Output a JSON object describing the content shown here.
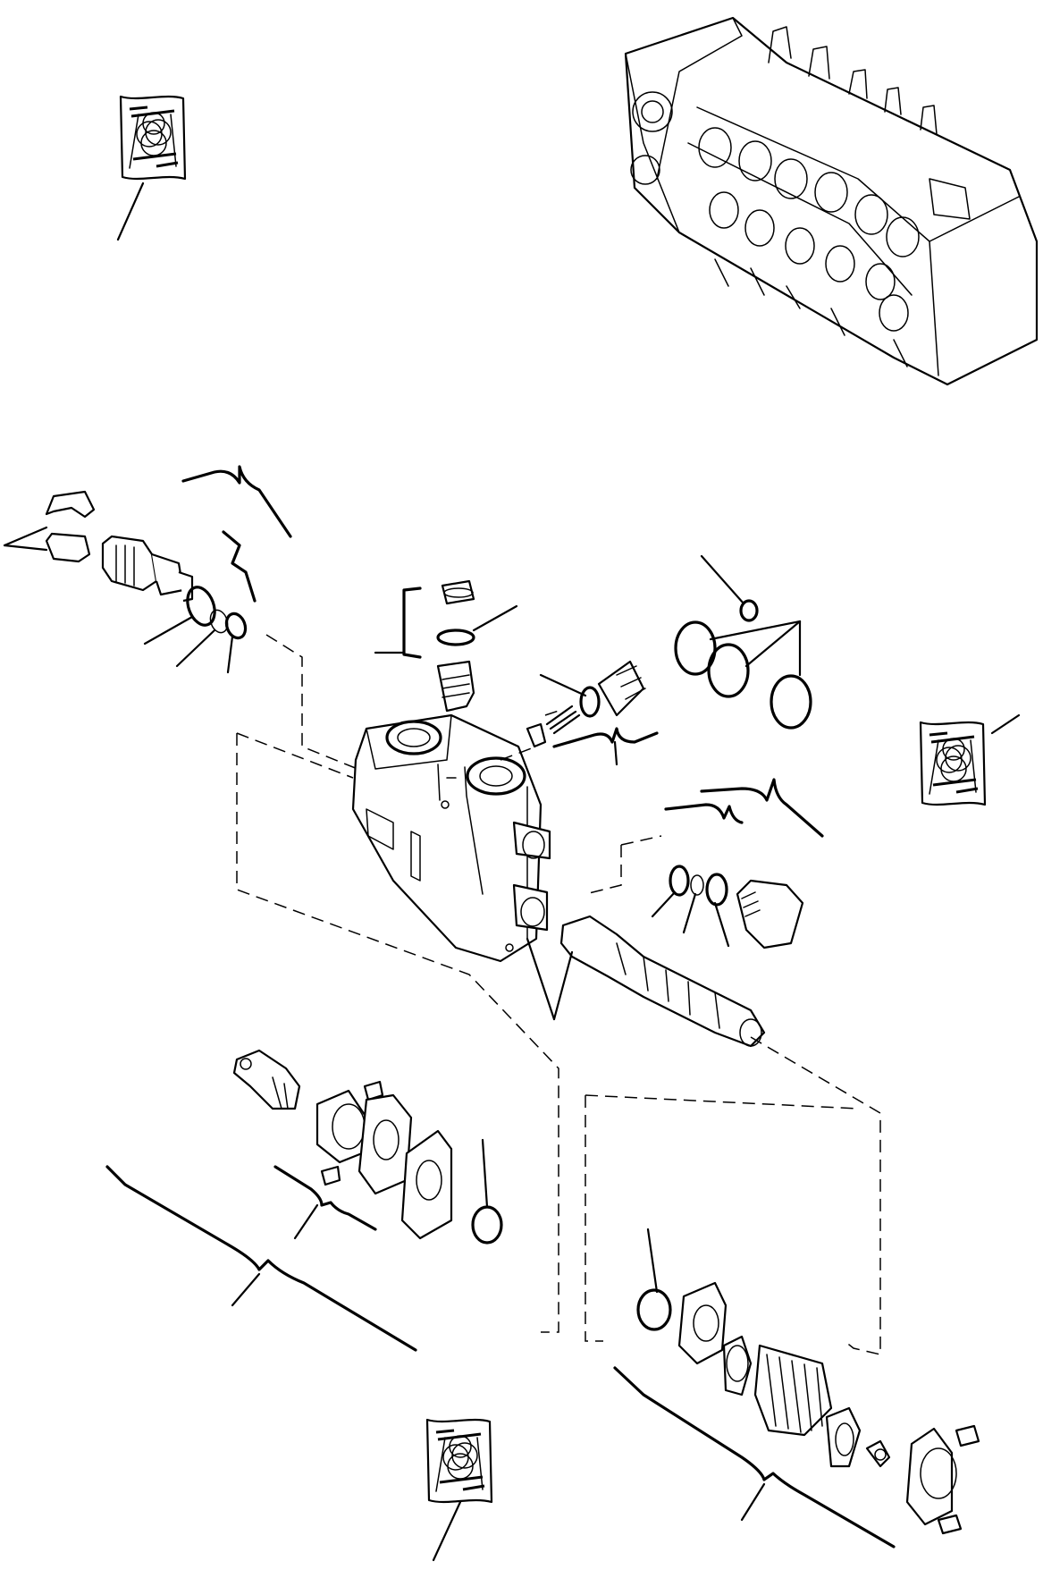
{
  "diagram": {
    "callouts": [],
    "icons": [
      "kit-badge-icon",
      "valve-assembly-thumbnail",
      "valve-section-body",
      "relief-valve-cartridge",
      "check-valve-plug",
      "spool",
      "spool-cap-assembly",
      "return-spring-assembly"
    ]
  }
}
